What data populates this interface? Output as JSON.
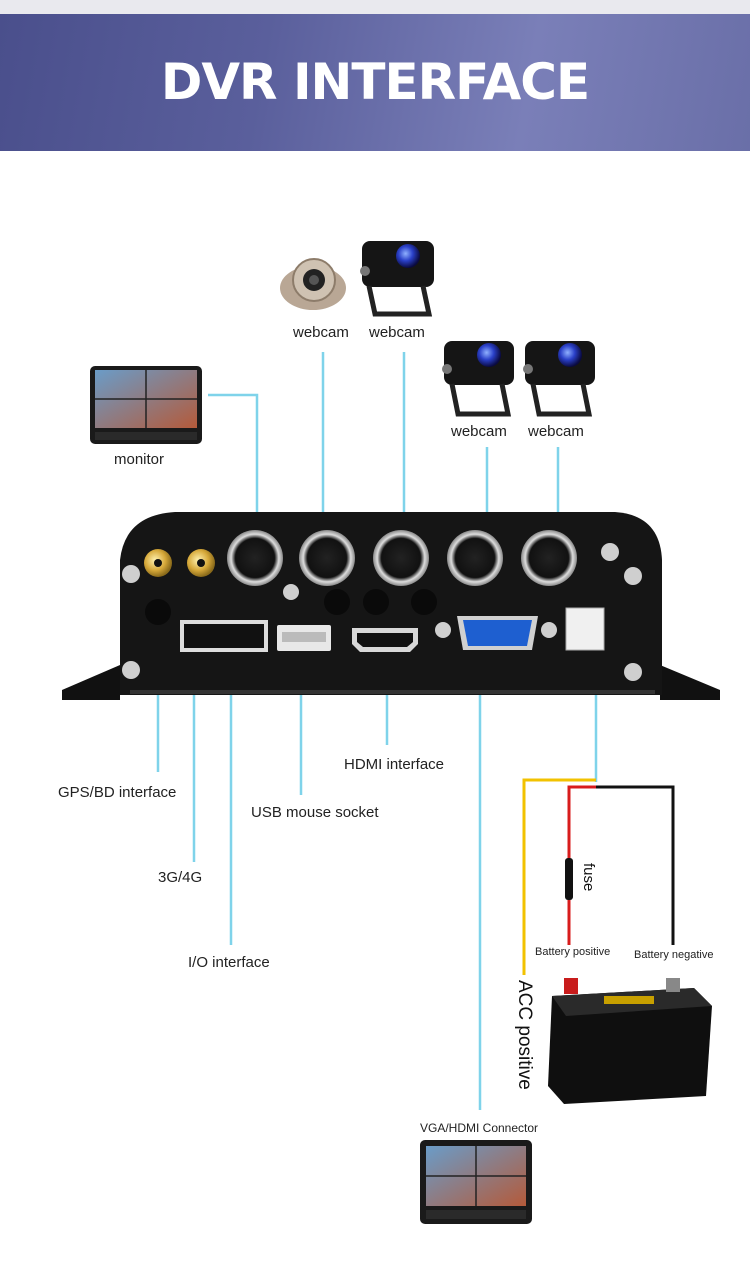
{
  "header": {
    "title": "DVR INTERFACE"
  },
  "labels": {
    "webcam_1": "webcam",
    "webcam_2": "webcam",
    "webcam_3": "webcam",
    "webcam_4": "webcam",
    "monitor": "monitor",
    "gps": "GPS/BD interface",
    "usb": "USB mouse socket",
    "hdmi": "HDMI interface",
    "g34": "3G/4G",
    "io": "I/O interface",
    "vga": "VGA/HDMI Connector",
    "fuse": "fuse",
    "battery_positive": "Battery positive",
    "battery_negative": "Battery negative",
    "acc_positive": "ACC positive"
  },
  "colors": {
    "connector_line": "#7fd3ea",
    "acc_wire": "#f2c200",
    "positive_wire": "#d81c1c",
    "negative_wire": "#111111",
    "banner": "#5a5f9c"
  },
  "icons": [
    "dome-camera-icon",
    "box-camera-icon",
    "monitor-icon",
    "dvr-device-icon",
    "car-battery-icon"
  ]
}
